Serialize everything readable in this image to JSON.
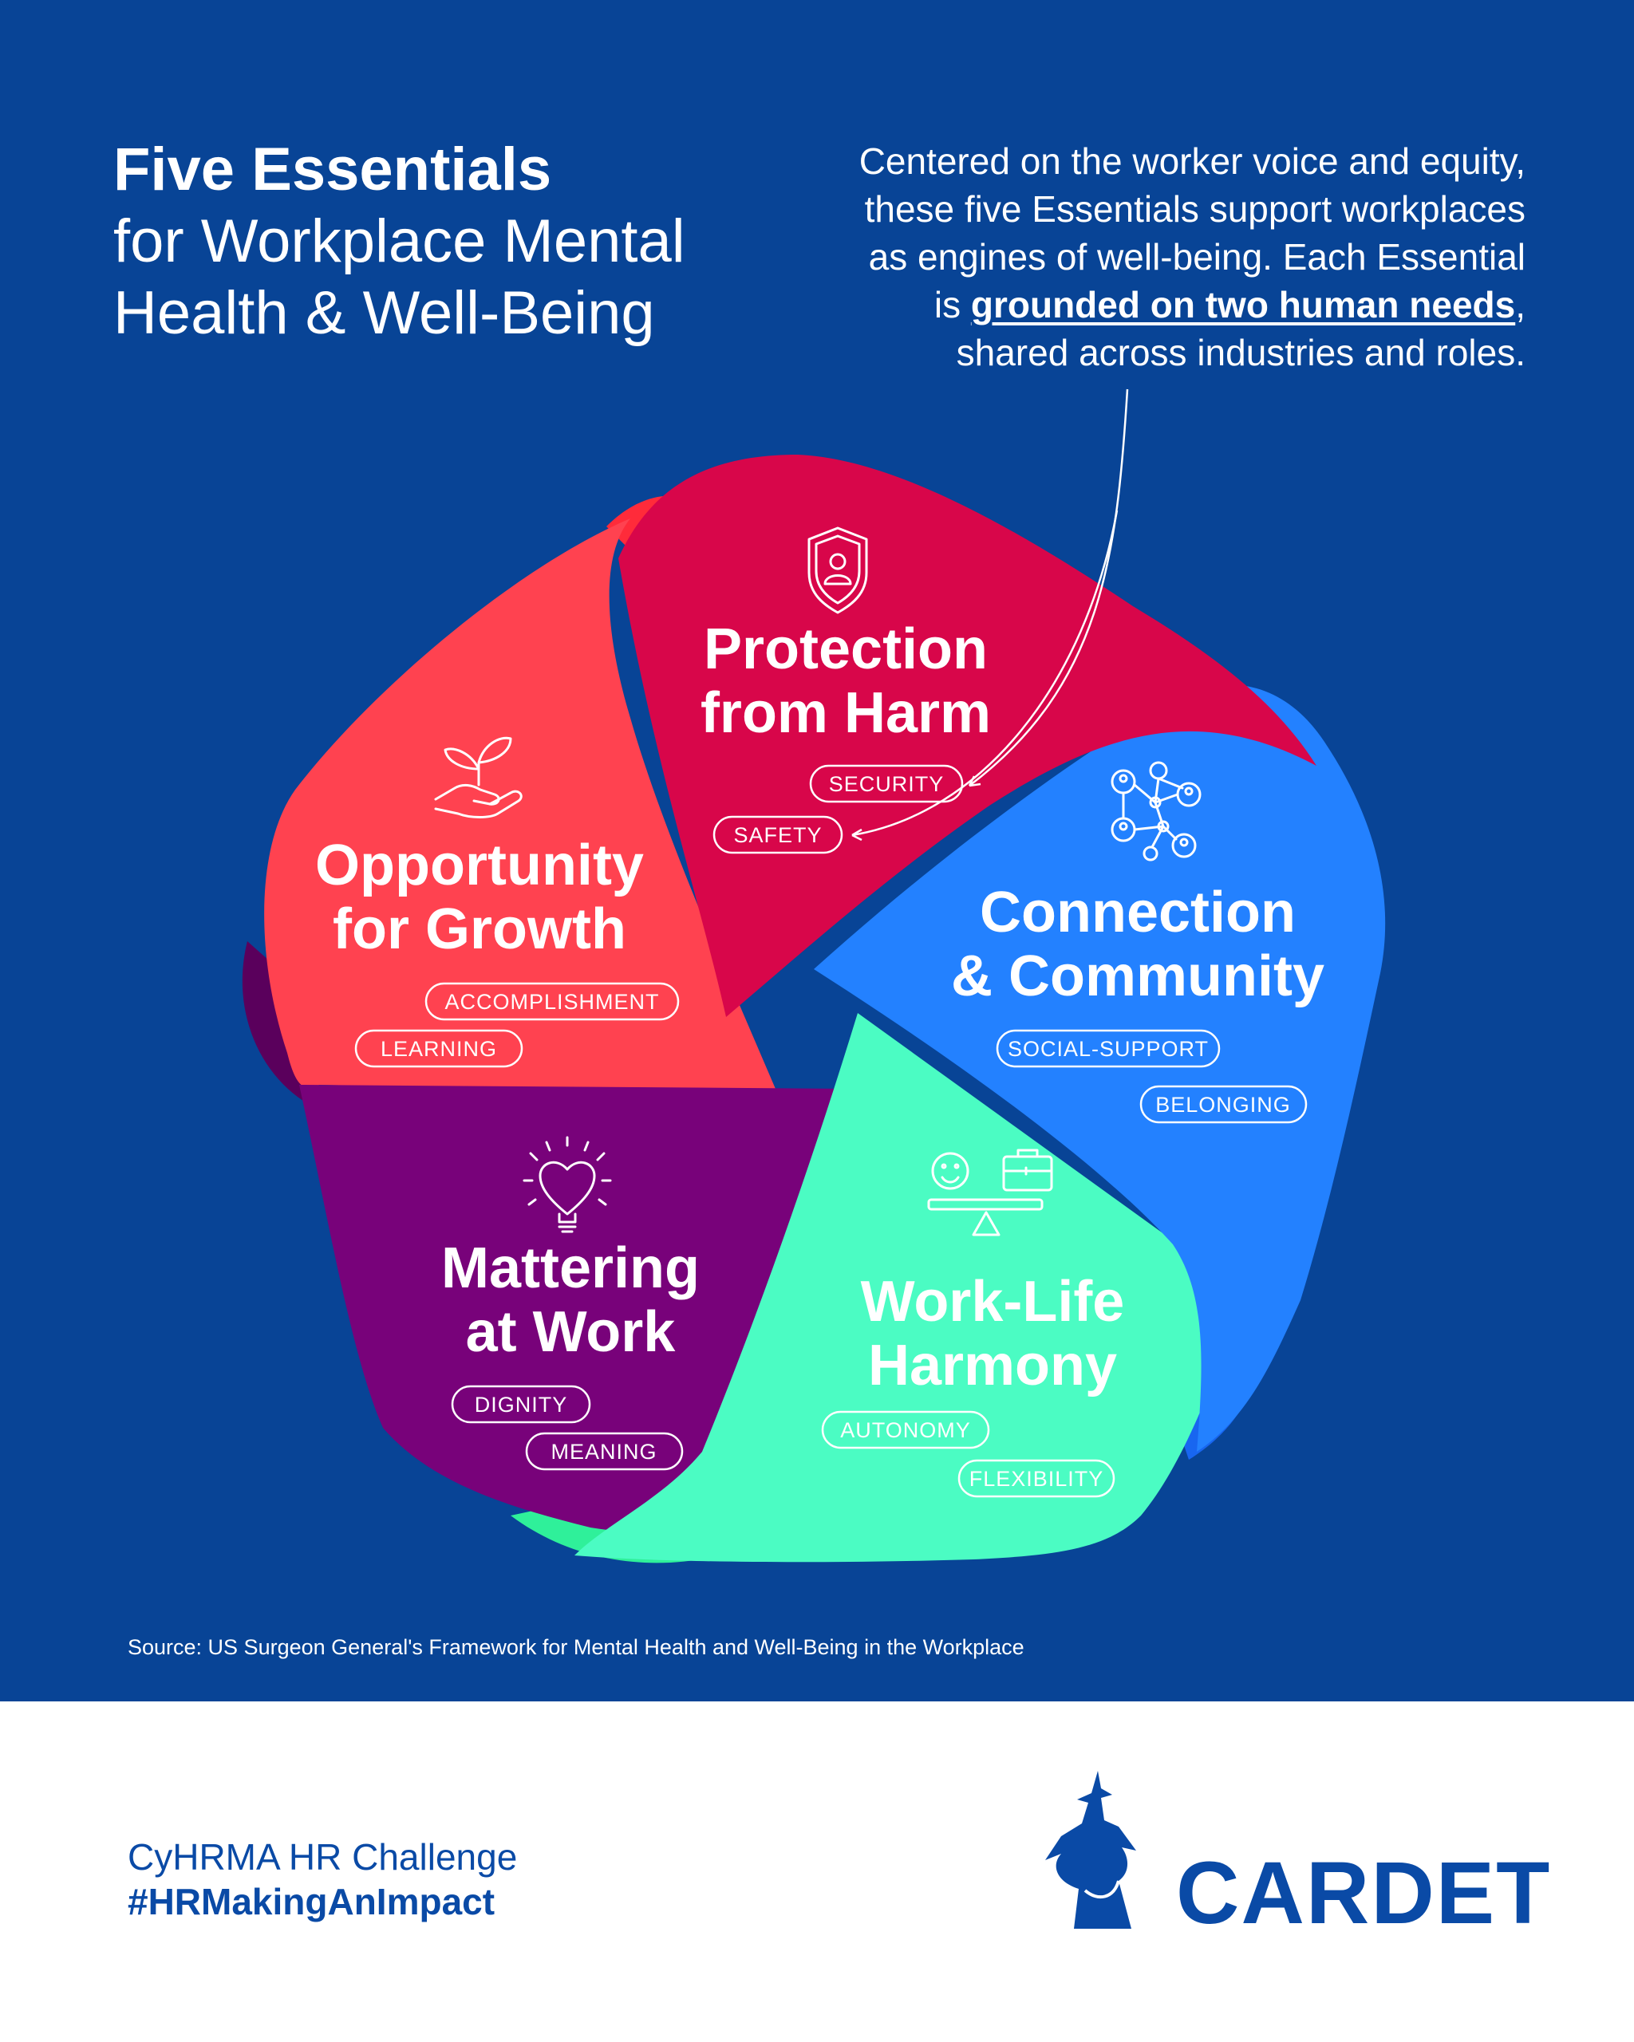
{
  "title": {
    "line1": "Five Essentials",
    "line2": "for Workplace Mental",
    "line3": "Health & Well-Being"
  },
  "intro": {
    "part1": "Centered on the worker voice and equity, these five Essentials support workplaces as engines of well-being. Each Essential is ",
    "emphasis": "grounded on two human needs",
    "part2": ", shared across industries and roles."
  },
  "essentials": [
    {
      "name_line1": "Protection",
      "name_line2": "from Harm",
      "needs": [
        "SECURITY",
        "SAFETY"
      ],
      "color": "#d8064a",
      "icon": "shield-person-icon"
    },
    {
      "name_line1": "Connection",
      "name_line2": "& Community",
      "needs": [
        "SOCIAL-SUPPORT",
        "BELONGING"
      ],
      "color": "#2381ff",
      "icon": "network-people-icon"
    },
    {
      "name_line1": "Work-Life",
      "name_line2": "Harmony",
      "needs": [
        "AUTONOMY",
        "FLEXIBILITY"
      ],
      "color": "#4bfcc3",
      "icon": "balance-scale-icon"
    },
    {
      "name_line1": "Mattering",
      "name_line2": "at Work",
      "needs": [
        "DIGNITY",
        "MEANING"
      ],
      "color": "#78027a",
      "icon": "heart-lightbulb-icon"
    },
    {
      "name_line1": "Opportunity",
      "name_line2": "for Growth",
      "needs": [
        "ACCOMPLISHMENT",
        "LEARNING"
      ],
      "color": "#ff4250",
      "icon": "plant-hand-icon"
    }
  ],
  "source": "Source: US Surgeon General's Framework for Mental Health and Well-Being in the Workplace",
  "footer": {
    "line1": "CyHRMA HR Challenge",
    "line2": "#HRMakingAnImpact",
    "logo_text": "CARDET"
  },
  "colors": {
    "background": "#084496",
    "footer_background": "#ffffff",
    "brand_blue": "#0a4aa6"
  }
}
